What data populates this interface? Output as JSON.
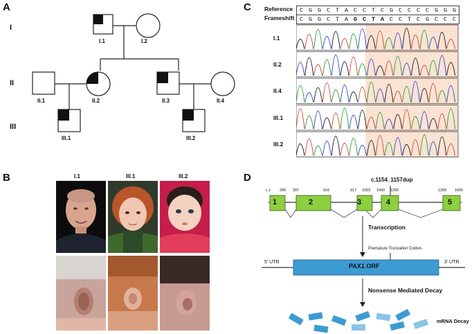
{
  "panels": {
    "a": "A",
    "b": "B",
    "c": "C",
    "d": "D"
  },
  "pedigree": {
    "generations": [
      "I",
      "II",
      "III"
    ],
    "individuals": {
      "I1": "I.1",
      "I2": "I.2",
      "II1": "II.1",
      "II2": "II.2",
      "II3": "II.3",
      "II4": "II.4",
      "III1": "III.1",
      "III2": "III.2"
    }
  },
  "photos": {
    "labels": [
      "I.1",
      "III.1",
      "III.2"
    ]
  },
  "sequence": {
    "reference_label": "Reference",
    "frameshift_label": "Frameshift",
    "reference": [
      "C",
      "G",
      "G",
      "C",
      "T",
      "A",
      "C",
      "C",
      "T",
      "C",
      "G",
      "C",
      "C",
      "C",
      "C",
      "G",
      "G",
      "G"
    ],
    "frameshift": [
      "C",
      "G",
      "G",
      "C",
      "T",
      "A",
      "G",
      "C",
      "T",
      "A",
      "C",
      "C",
      "T",
      "C",
      "G",
      "C",
      "C",
      "C"
    ],
    "bold_indices": [
      6,
      7,
      8,
      9
    ],
    "trace_labels": [
      "I.1",
      "II.2",
      "II.4",
      "III.1",
      "III.2"
    ],
    "highlight_color": "#fbe3d3"
  },
  "gene": {
    "mutation": "c.1154_1157dup",
    "exons": [
      "1",
      "2",
      "3",
      "4",
      "5"
    ],
    "coords": {
      "e1s": "c.1",
      "e1e": "286",
      "e2s": "287",
      "e2e": "916",
      "e3s": "917",
      "e3e": "1059",
      "e4s": "1060",
      "e4e": "1282",
      "e5s": "1283",
      "e5e": "1605"
    },
    "exon_color": "#8ccf3f",
    "transcription": "Transcription",
    "ptc": "Premature Truncation Codon",
    "utr5": "5' UTR",
    "utr3": "3' UTR",
    "orf": "PAX1 ORF",
    "orf_color": "#3d9bd3",
    "nmd": "Nonsense Mediated Decay",
    "decay": "mRNA Decay"
  }
}
